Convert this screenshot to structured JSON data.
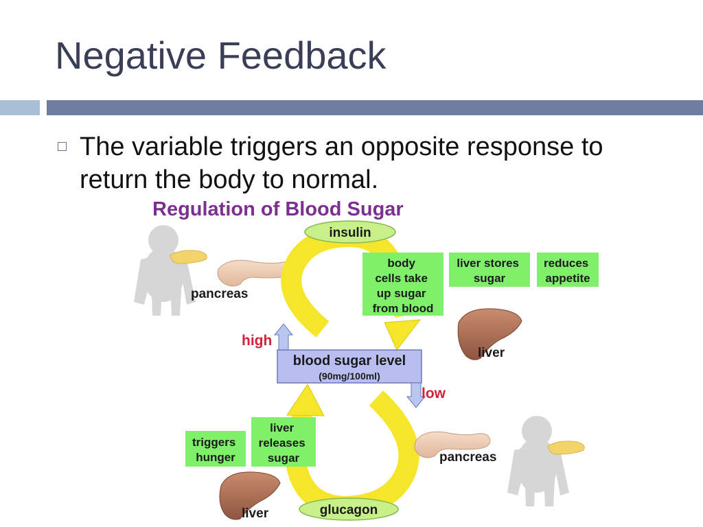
{
  "slide": {
    "title": "Negative Feedback",
    "bullet": "The variable triggers an opposite response to return the body to normal."
  },
  "diagram": {
    "title": "Regulation of Blood Sugar",
    "hormone_top": "insulin",
    "hormone_bottom": "glucagon",
    "center_label": "blood sugar level",
    "center_value": "(90mg/100ml)",
    "high_label": "high",
    "low_label": "low",
    "organ_pancreas_top": "pancreas",
    "organ_pancreas_bottom": "pancreas",
    "organ_liver_right": "liver",
    "organ_liver_bottom": "liver",
    "effects_high": [
      [
        "body",
        "cells take",
        "up sugar",
        "from blood"
      ],
      [
        "liver stores",
        "sugar"
      ],
      [
        "reduces",
        "appetite"
      ]
    ],
    "effects_low": [
      [
        "liver",
        "releases",
        "sugar"
      ],
      [
        "triggers",
        "hunger"
      ]
    ],
    "colors": {
      "title": "#7b2f8e",
      "high": "#d4213a",
      "low": "#d4213a",
      "arrow": "#f5e62c",
      "effect_box": "#7ff06a",
      "center_box": "#b8bff0",
      "hormone_oval": "#c8f08a"
    }
  }
}
